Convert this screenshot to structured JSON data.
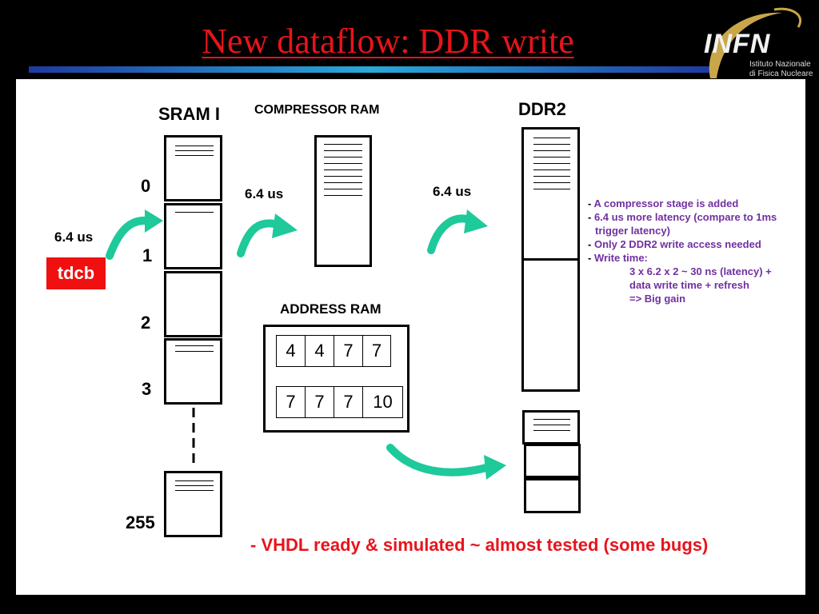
{
  "title": "New dataflow: DDR write",
  "logo": {
    "name": "INFN",
    "line1": "Istituto Nazionale",
    "line2": "di Fisica Nucleare"
  },
  "labels": {
    "sram": "SRAM I",
    "compressor": "COMPRESSOR RAM",
    "ddr2": "DDR2",
    "address": "ADDRESS RAM"
  },
  "sram_indices": [
    "0",
    "1",
    "2",
    "3",
    "255"
  ],
  "latencies": {
    "input": "6.4 us",
    "sram_to_comp": "6.4 us",
    "comp_to_ddr": "6.4 us"
  },
  "tdcb": "tdcb",
  "address_rows": [
    [
      "4",
      "4",
      "7",
      "7"
    ],
    [
      "7",
      "7",
      "7",
      "10"
    ]
  ],
  "notes": {
    "n1": "A compressor stage is added",
    "n2a": "6.4 us more latency (compare to 1ms",
    "n2b": "trigger latency)",
    "n3": "Only 2 DDR2 write access needed",
    "n4": "Write time:",
    "n4a": "3 x 6.2 x 2 ~ 30 ns (latency) +",
    "n4b": "data write time + refresh",
    "n4c": "=> Big gain"
  },
  "status": "- VHDL ready & simulated ~ almost tested (some bugs)",
  "colors": {
    "title": "#e8141b",
    "arrow": "#1ec99a",
    "tdcb": "#f01010",
    "notes": "#7030a0"
  }
}
